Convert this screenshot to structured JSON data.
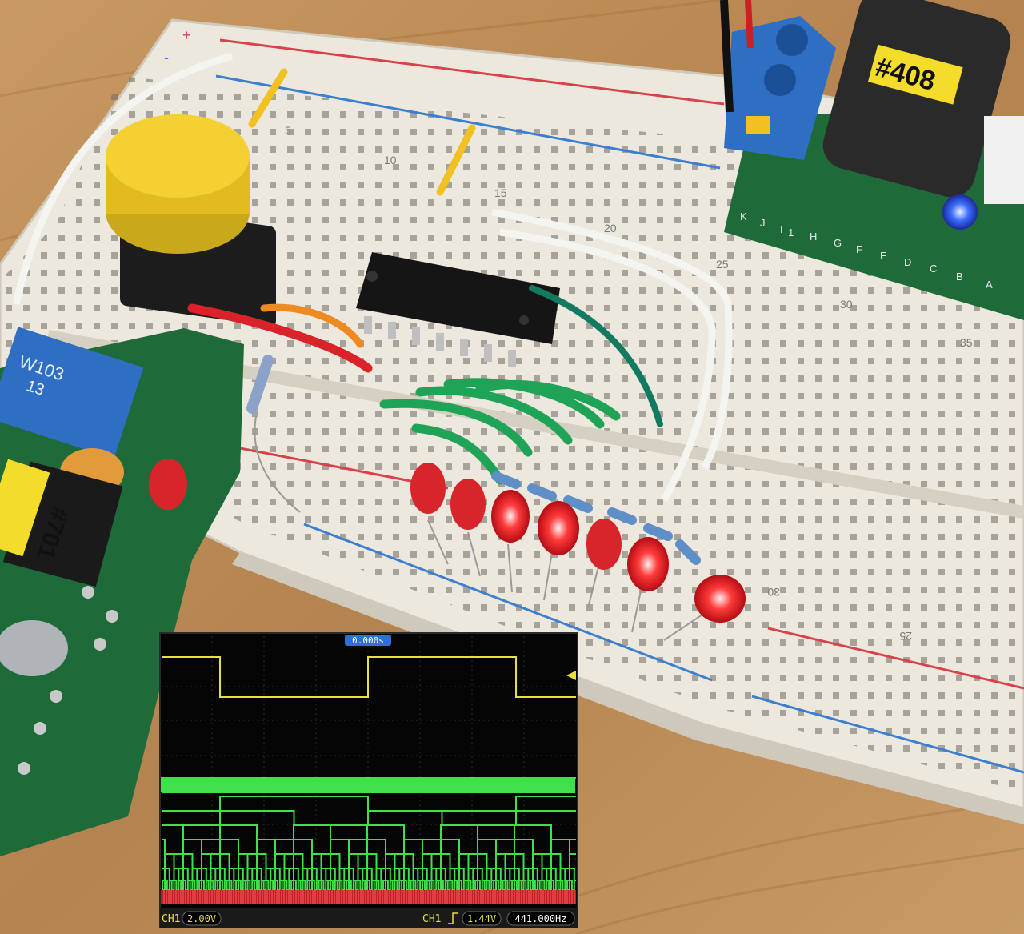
{
  "photo": {
    "caption": "",
    "breadboard": {
      "column_numbers": [
        "5",
        "10",
        "15",
        "20",
        "25",
        "30",
        "35"
      ],
      "lower_numbers": [
        "30",
        "25"
      ],
      "rail_plus": "+",
      "rail_minus": "-"
    },
    "potentiometer_label": "W103",
    "potentiometer_sub": "13",
    "module_left_tag": "#701",
    "module_right_tag": "#408",
    "module_right_letters": [
      "K",
      "J",
      "I",
      "H",
      "G",
      "F",
      "E",
      "D",
      "C",
      "B",
      "A"
    ],
    "module_right_numbers": [
      "1"
    ],
    "led_count": 8
  },
  "oscilloscope": {
    "time_offset": "0.000s",
    "ch1_label": "CH1",
    "ch1_scale": "2.00V",
    "trigger_channel": "CH1",
    "trigger_level": "1.44V",
    "trigger_frequency": "441.000Hz"
  },
  "colors": {
    "wood": "#b88a5a",
    "breadboard": "#ece8de",
    "rail_red": "#d9414b",
    "rail_blue": "#3c7fd1",
    "scope_bg": "#050505",
    "ch1_yellow": "#e6e23a",
    "logic_green": "#3fe04a",
    "logic_red": "#c0202a",
    "led_red": "#ff2a2a",
    "led_blue": "#3b6bff"
  }
}
